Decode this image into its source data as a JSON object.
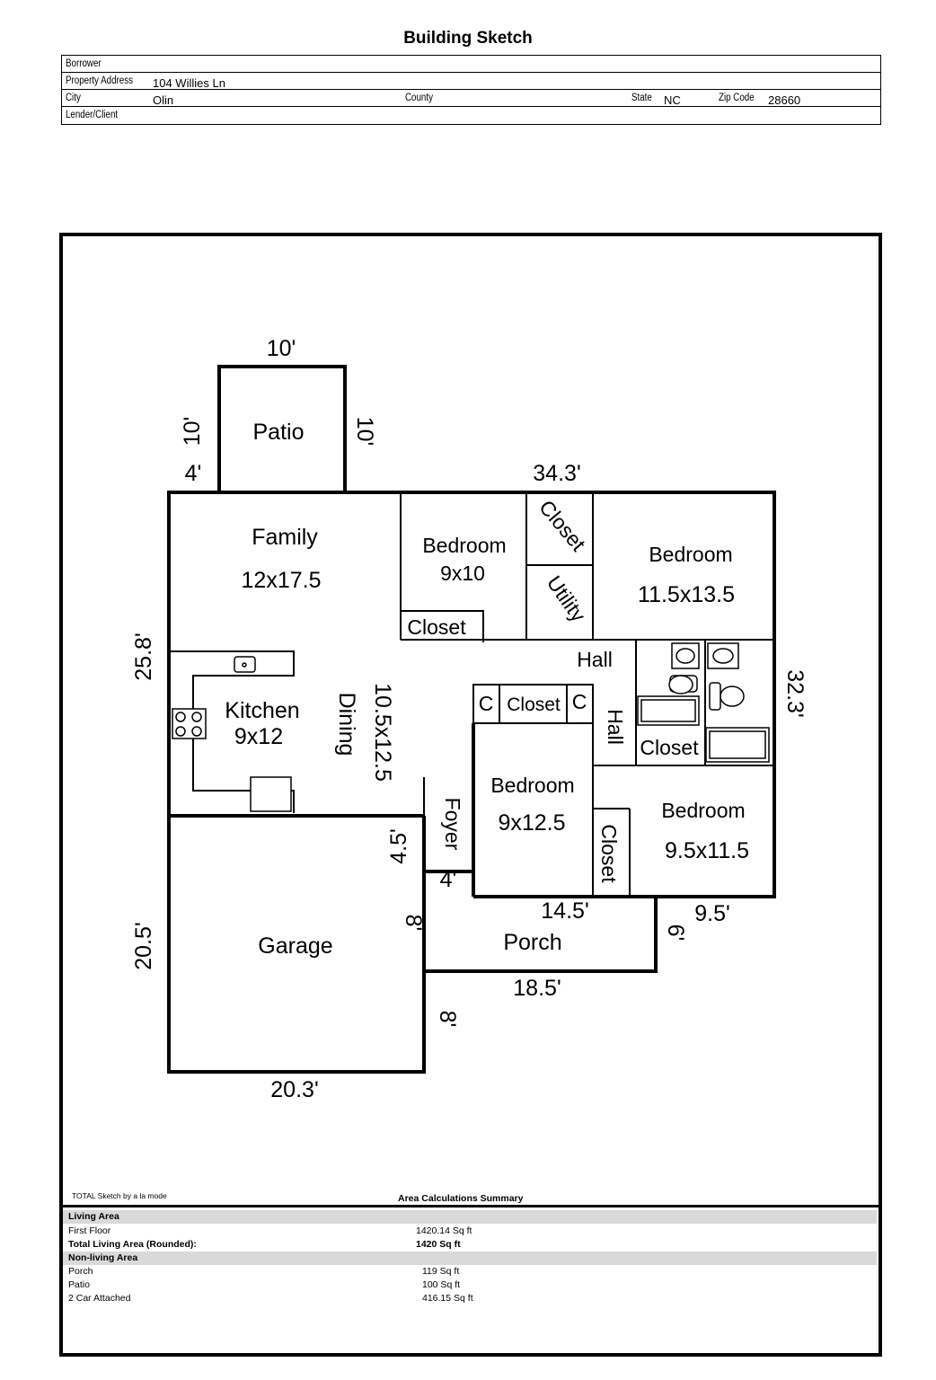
{
  "header": {
    "title": "Building Sketch",
    "borrower_label": "Borrower",
    "borrower": "",
    "address_label": "Property Address",
    "address": "104 Willies Ln",
    "city_label": "City",
    "city": "Olin",
    "county_label": "County",
    "county": "",
    "state_label": "State",
    "state": "NC",
    "zip_label": "Zip Code",
    "zip": "28660",
    "lender_label": "Lender/Client",
    "lender": ""
  },
  "plan": {
    "rooms": {
      "patio": "Patio",
      "family": "Family",
      "family_size": "12x17.5",
      "bedroom1": "Bedroom",
      "bedroom1_size": "9x10",
      "closet_b1": "Closet",
      "closet_top": "Closet",
      "utility": "Utility",
      "bedroom2": "Bedroom",
      "bedroom2_size": "11.5x13.5",
      "hall_h": "Hall",
      "hall_v": "Hall",
      "kitchen": "Kitchen",
      "kitchen_size": "9x12",
      "dining": "Dining",
      "dining_size": "10.5x12.5",
      "c_left": "C",
      "closet_mid": "Closet",
      "c_right": "C",
      "closet_bath": "Closet",
      "bedroom3": "Bedroom",
      "bedroom3_size": "9x12.5",
      "closet_b3": "Closet",
      "bedroom4": "Bedroom",
      "bedroom4_size": "9.5x11.5",
      "foyer": "Foyer",
      "garage": "Garage",
      "porch": "Porch"
    },
    "dims": {
      "patio_top": "10'",
      "patio_left": "10'",
      "patio_right": "10'",
      "family_step": "4'",
      "top_width": "34.3'",
      "left_upper": "25.8'",
      "right_side": "32.3'",
      "foyer_height": "4.5'",
      "foyer_width": "4'",
      "porch_top": "14.5'",
      "porch_step_w": "9.5'",
      "porch_step_h": "6'",
      "porch_left": "8'",
      "porch_bottom": "18.5'",
      "garage_left": "20.5'",
      "garage_right_lower": "8'",
      "garage_bottom": "20.3'"
    }
  },
  "footer": {
    "credit": "TOTAL Sketch by a la mode",
    "summary_title": "Area Calculations Summary",
    "living_area_label": "Living Area",
    "first_floor_label": "First Floor",
    "first_floor_value": "1420.14 Sq ft",
    "total_living_label": "Total Living Area (Rounded):",
    "total_living_value": "1420 Sq ft",
    "non_living_label": "Non-living Area",
    "porch_label": "Porch",
    "porch_value": "119 Sq ft",
    "patio_label": "Patio",
    "patio_value": "100 Sq ft",
    "garage_label": "2 Car Attached",
    "garage_value": "416.15 Sq ft"
  }
}
